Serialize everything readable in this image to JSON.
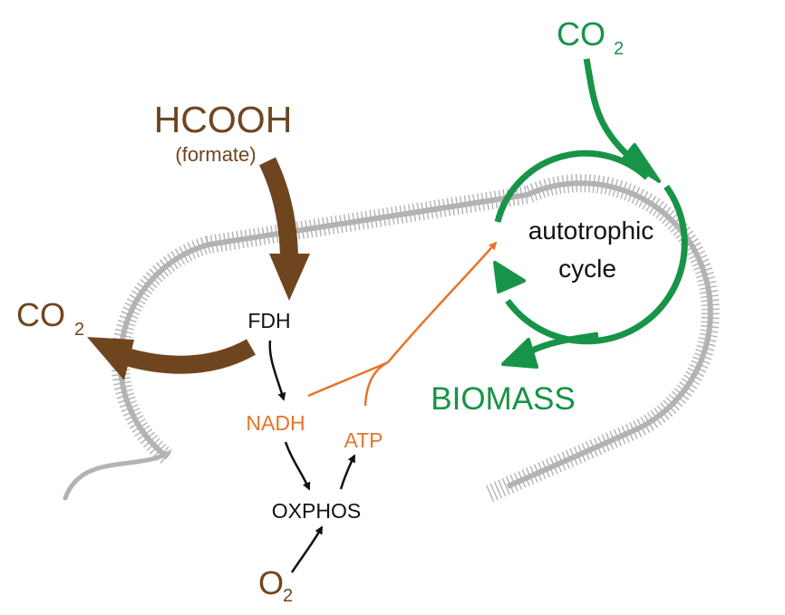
{
  "colors": {
    "brown": "#6f4520",
    "green": "#179447",
    "orange": "#e8742a",
    "black": "#111111",
    "membrane": "#b3b3b3"
  },
  "labels": {
    "hcooh": "HCOOH",
    "formate": "(formate)",
    "co2_out_main": "CO",
    "co2_out_sub": "2",
    "co2_in_main": "CO",
    "co2_in_sub": "2",
    "fdh": "FDH",
    "nadh": "NADH",
    "atp": "ATP",
    "oxphos": "OXPHOS",
    "o2_main": "O",
    "o2_sub": "2",
    "cycle_line1": "autotrophic",
    "cycle_line2": "cycle",
    "biomass": "BIOMASS"
  }
}
